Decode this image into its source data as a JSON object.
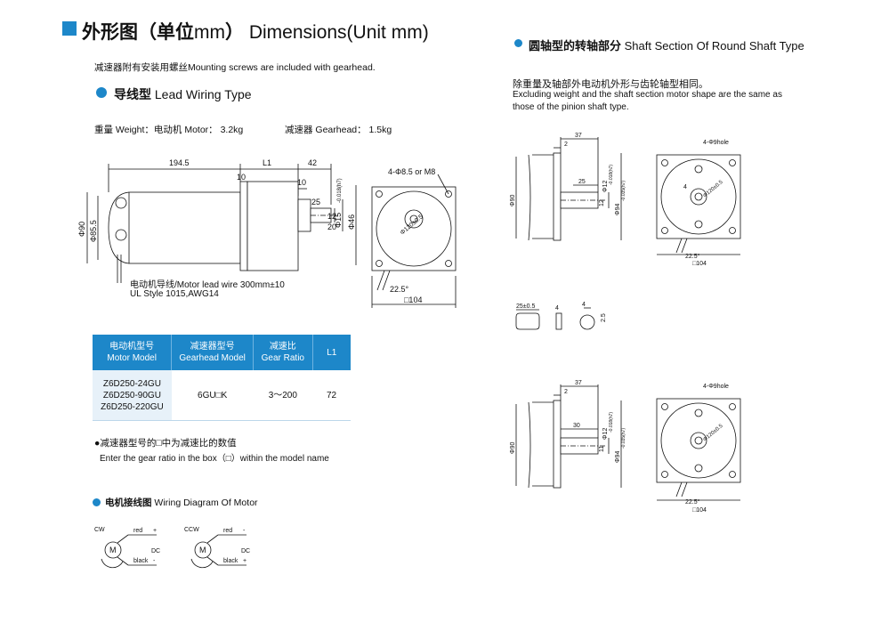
{
  "header": {
    "title_cn": "外形图（单位",
    "title_mm": "mm",
    "title_close": "）",
    "title_en": "Dimensions(Unit mm)",
    "mounting_note": "减速器附有安装用螺丝Mounting screws are included with gearhead."
  },
  "lead_wiring": {
    "title_cn": "导线型",
    "title_en": "Lead Wiring Type",
    "weight_motor": "重量 Weight：电动机 Motor： 3.2kg",
    "weight_gearhead": "减速器 Gearhead： 1.5kg",
    "dims": {
      "d194_5": "194.5",
      "dL1": "L1",
      "d42": "42",
      "d10a": "10",
      "d10b": "10",
      "d25": "25",
      "d12": "12",
      "d20": "20",
      "phi15": "Φ15",
      "phi15_tol": "-0.018(h7)",
      "phi46": "Φ46",
      "phi90": "Φ90",
      "phi85_5": "Φ85.5",
      "holes": "4-Φ8.5 or M8",
      "pcd": "Φ120±0.5",
      "angle": "22.5°",
      "sq104": "□104"
    },
    "lead_wire_note": "电动机导线/Motor lead wire 300mm±10",
    "ul_note": "UL Style 1015,AWG14"
  },
  "spec_table": {
    "headers": [
      {
        "cn": "电动机型号",
        "en": "Motor Model"
      },
      {
        "cn": "减速器型号",
        "en": "Gearhead Model"
      },
      {
        "cn": "减速比",
        "en": "Gear Ratio"
      },
      {
        "cn": "L1",
        "en": ""
      }
    ],
    "motor_models": [
      "Z6D250-24GU",
      "Z6D250-90GU",
      "Z6D250-220GU"
    ],
    "gearhead_model": "6GU□K",
    "gear_ratio": "3～200",
    "l1": "72"
  },
  "gear_note": {
    "cn": "●减速器型号的□中为减速比的数值",
    "en": "Enter the gear ratio in the box（□）within the model name"
  },
  "wiring": {
    "title_cn": "电机接线图",
    "title_en": "Wiring Diagram Of Motor",
    "cw": {
      "dir": "CW",
      "red": "red",
      "red_sign": "+",
      "dc": "DC",
      "black": "black",
      "black_sign": "-",
      "m": "M"
    },
    "ccw": {
      "dir": "CCW",
      "red": "red",
      "red_sign": "-",
      "dc": "DC",
      "black": "black",
      "black_sign": "+",
      "m": "M"
    }
  },
  "shaft": {
    "title_cn": "圆轴型的转轴部分",
    "title_en": "Shaft Section Of Round Shaft Type",
    "note_cn": "除重量及轴部外电动机外形与齿轮轴型相同。",
    "note_en1": "Excluding weight and the shaft section motor shape are the same as",
    "note_en2": "those of the pinion shaft type.",
    "top": {
      "d37": "37",
      "d2": "2",
      "d25": "25",
      "d12": "12",
      "phi12": "Φ12",
      "phi12_tol": "-0.018(h7)",
      "phi94": "Φ94",
      "phi94_tol": "-0.035(h7)",
      "phi90": "Φ90",
      "holes": "4-Φ9hole",
      "pcd": "Φ120±0.5",
      "four": "4",
      "angle": "22.5°",
      "sq104": "□104"
    },
    "key": {
      "d25": "25±0.5",
      "d4": "4",
      "d4b": "4",
      "d2_5": "2.5"
    },
    "bottom": {
      "d37": "37",
      "d2": "2",
      "d30": "30",
      "d11": "11",
      "phi12": "Φ12",
      "phi12_tol": "-0.018(h7)",
      "phi94": "Φ94",
      "phi94_tol": "-0.035(h7)",
      "phi90": "Φ90",
      "holes": "4-Φ9hole",
      "pcd": "Φ120±0.5",
      "angle": "22.5°",
      "sq104": "□104"
    }
  }
}
